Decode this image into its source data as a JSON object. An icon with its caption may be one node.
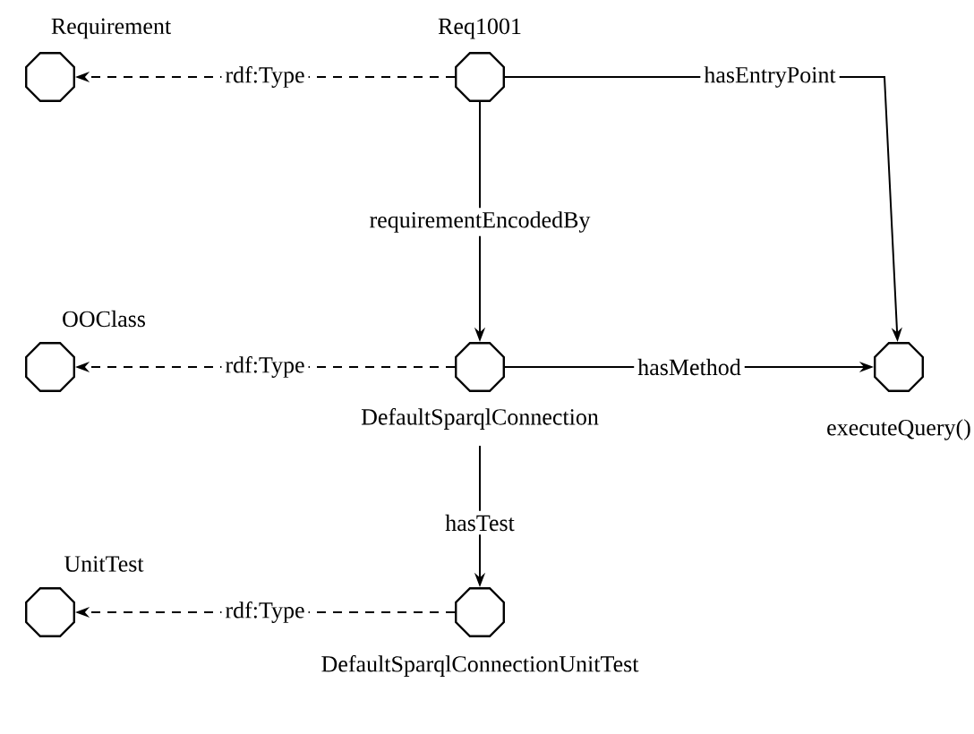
{
  "diagram": {
    "nodes": [
      {
        "text": [
          "Requirement"
        ]
      },
      {
        "text": [
          "Req1001"
        ]
      },
      {
        "text": [
          "OOClass"
        ]
      },
      {
        "text": [
          "DefaultSparqlConnection"
        ]
      },
      {
        "text": [
          "executeQuery()"
        ]
      },
      {
        "text": [
          "UnitTest"
        ]
      },
      {
        "text": [
          "DefaultSparqlConnectionUnitTest"
        ]
      }
    ],
    "edges": [
      {
        "from": 1,
        "to": 0,
        "arrow": "to",
        "label": "rdf:Type",
        "style": "dashed"
      },
      {
        "from": 1,
        "to": 4,
        "arrow": "to",
        "label": "hasEntryPoint"
      },
      {
        "from": 1,
        "to": 3,
        "arrow": "to",
        "label": "requirementEncodedBy"
      },
      {
        "from": 3,
        "to": 2,
        "arrow": "to",
        "label": "rdf:Type",
        "style": "dashed"
      },
      {
        "from": 3,
        "to": 4,
        "arrow": "to",
        "label": "hasMethod"
      },
      {
        "from": 3,
        "to": 6,
        "arrow": "to",
        "label": "hasTest"
      },
      {
        "from": 6,
        "to": 5,
        "arrow": "to",
        "label": "rdf:Type",
        "style": "dashed"
      }
    ]
  }
}
